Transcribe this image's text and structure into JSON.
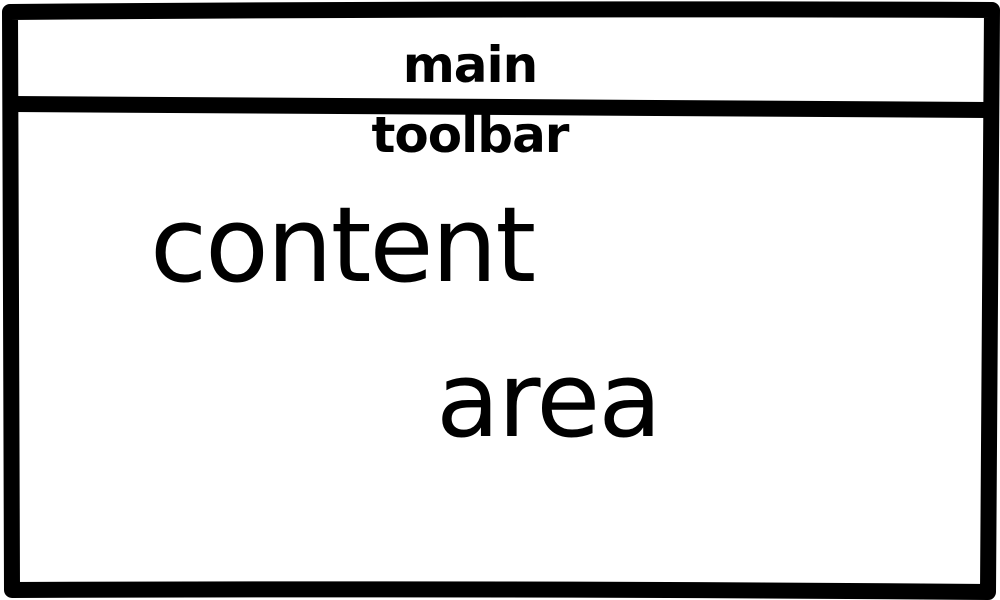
{
  "window": {
    "toolbar": {
      "label": "main toolbar"
    },
    "content": {
      "line1": "content",
      "line2": "area"
    }
  },
  "colors": {
    "stroke": "#000000",
    "background": "#ffffff"
  }
}
